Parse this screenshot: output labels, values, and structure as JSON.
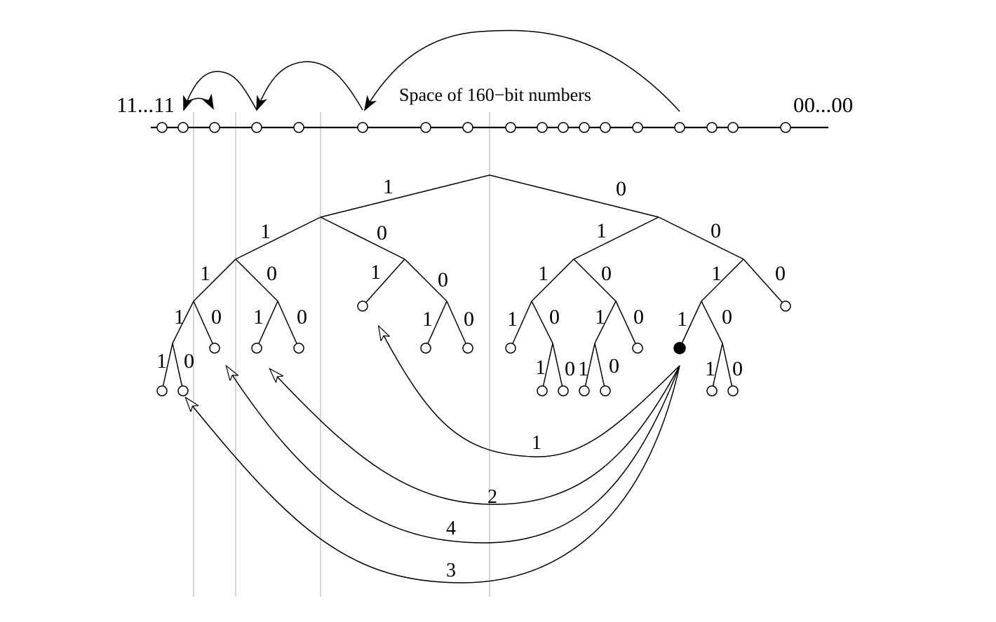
{
  "labels": {
    "title": "Space of 160−bit numbers",
    "left_end": "11...11",
    "right_end": "00...00",
    "one": "1",
    "zero": "0",
    "hop1": "1",
    "hop2": "2",
    "hop3": "3",
    "hop4": "4"
  },
  "colors": {
    "line": "#000000",
    "guide": "#cccccc",
    "node_fill": "#ffffff",
    "query_node_fill": "#000000"
  }
}
